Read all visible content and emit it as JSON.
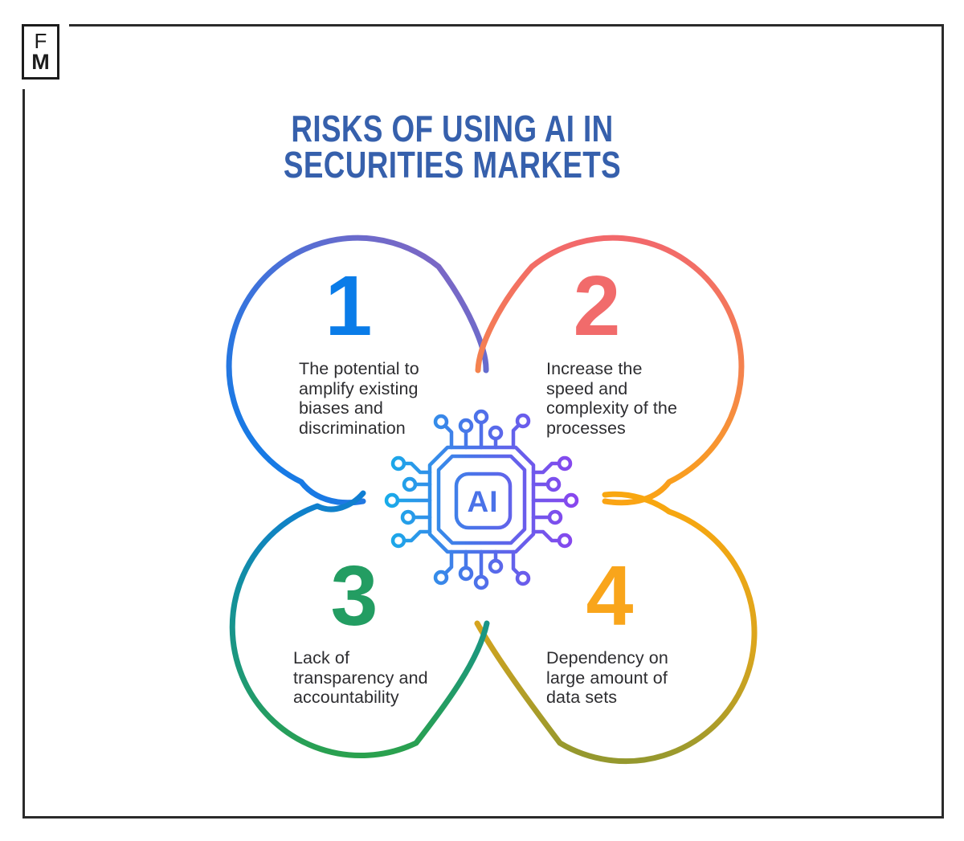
{
  "logo": {
    "top_letter": "F",
    "bottom_letter": "M"
  },
  "title": {
    "line1": "RISKS OF USING AI IN",
    "line2": "SECURITIES MARKETS",
    "color": "#3660ac"
  },
  "center_chip": {
    "label": "AI",
    "gradient": [
      "#18ace9",
      "#4a74e9",
      "#8a45ee"
    ],
    "label_color": "#4a72e8"
  },
  "items": [
    {
      "number": "1",
      "accent": "#0a7ce8",
      "ring_gradient": [
        "#0b7ce8",
        "#4a70d8",
        "#9264bc"
      ],
      "text_lines": [
        "The potential to",
        "amplify existing",
        "biases and",
        "discrimination"
      ]
    },
    {
      "number": "2",
      "accent": "#f16b6b",
      "ring_gradient": [
        "#f2696b",
        "#f58749",
        "#fba70f"
      ],
      "text_lines": [
        "Increase the",
        "speed and",
        "complexity of the",
        "processes"
      ]
    },
    {
      "number": "3",
      "accent": "#239d62",
      "ring_gradient": [
        "#0f7cd8",
        "#13919b",
        "#2aa14e"
      ],
      "text_lines": [
        "Lack of",
        "transparency and",
        "accountability"
      ]
    },
    {
      "number": "4",
      "accent": "#f9a51b",
      "ring_gradient": [
        "#fba70f",
        "#d9a51e",
        "#95982e"
      ],
      "text_lines": [
        "Dependency on",
        "large amount of",
        "data sets"
      ]
    }
  ],
  "frame": {
    "border_color": "#2b2b2b"
  },
  "body_text_color": "#2d2d30"
}
